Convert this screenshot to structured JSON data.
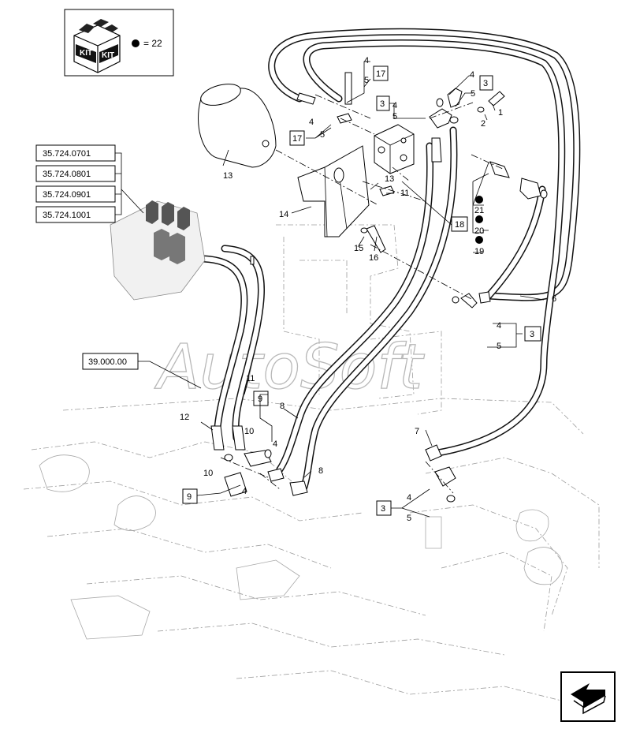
{
  "kit": {
    "label_left": "KIT",
    "label_right": "KIT",
    "count_text": "= 22"
  },
  "watermark": "AutoSoft",
  "reference_boxes": [
    "35.724.0701",
    "35.724.0801",
    "35.724.0901",
    "35.724.1001",
    "39.000.00"
  ],
  "boxed_numbers": {
    "b17_top": "17",
    "b3_top_a": "3",
    "b3_top_b": "3",
    "b17_left": "17",
    "b18": "18",
    "b3_right": "3",
    "b9_mid": "9",
    "b9_low": "9",
    "b3_bottom": "3"
  },
  "callouts": {
    "n1": "1",
    "n2": "2",
    "n4_a": "4",
    "n5_a": "5",
    "n4_b": "4",
    "n5_b": "5",
    "n4_c": "4",
    "n5_c": "5",
    "n4_d": "4",
    "n5_d": "5",
    "n4_e": "4",
    "n5_e": "5",
    "n4_f": "4",
    "n5_f": "5",
    "n4_g": "4",
    "n4_h": "4",
    "n6": "6",
    "n7": "7",
    "n8_a": "8",
    "n8_b": "8",
    "n10_a": "10",
    "n10_b": "10",
    "n11_a": "11",
    "n11_b": "11",
    "n12": "12",
    "n13_a": "13",
    "n13_b": "13",
    "n14": "14",
    "n15": "15",
    "n16": "16",
    "n19": "19",
    "n20": "20",
    "n21": "21"
  },
  "icons": {
    "kit": "kit-box-icon",
    "dot": "kit-dot-icon",
    "nav": "next-page-arrow-icon"
  }
}
